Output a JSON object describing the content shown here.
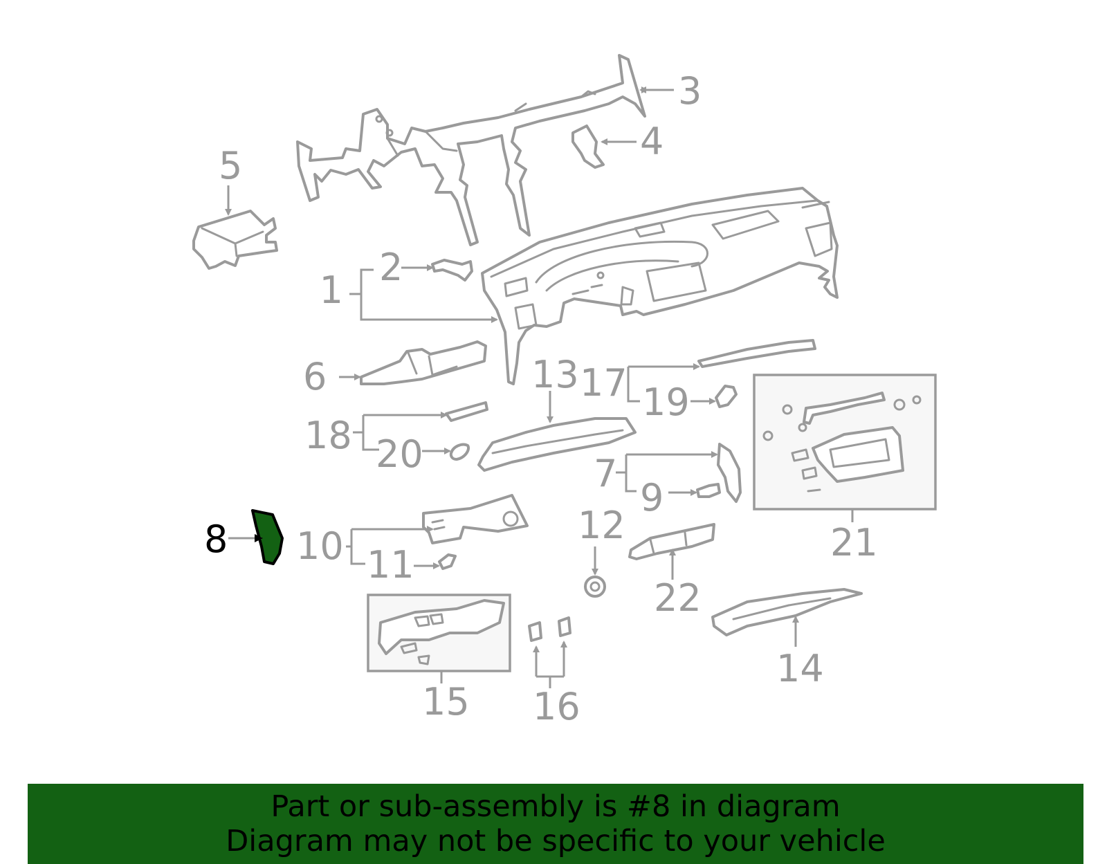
{
  "diagram": {
    "highlighted_part": "8",
    "callouts": [
      {
        "id": "c1",
        "label": "1"
      },
      {
        "id": "c2",
        "label": "2"
      },
      {
        "id": "c3",
        "label": "3"
      },
      {
        "id": "c4",
        "label": "4"
      },
      {
        "id": "c5",
        "label": "5"
      },
      {
        "id": "c6",
        "label": "6"
      },
      {
        "id": "c7",
        "label": "7"
      },
      {
        "id": "c8",
        "label": "8"
      },
      {
        "id": "c9",
        "label": "9"
      },
      {
        "id": "c10",
        "label": "10"
      },
      {
        "id": "c11",
        "label": "11"
      },
      {
        "id": "c12",
        "label": "12"
      },
      {
        "id": "c13",
        "label": "13"
      },
      {
        "id": "c14",
        "label": "14"
      },
      {
        "id": "c15",
        "label": "15"
      },
      {
        "id": "c16",
        "label": "16"
      },
      {
        "id": "c17",
        "label": "17"
      },
      {
        "id": "c18",
        "label": "18"
      },
      {
        "id": "c19",
        "label": "19"
      },
      {
        "id": "c20",
        "label": "20"
      },
      {
        "id": "c21",
        "label": "21"
      },
      {
        "id": "c22",
        "label": "22"
      }
    ],
    "colors": {
      "line": "#9a9a9a",
      "highlight_fill": "#136113",
      "highlight_text": "#000000",
      "banner_bg": "#136113"
    }
  },
  "banner": {
    "line1": "Part or sub-assembly is #8 in diagram",
    "line2": "Diagram may not be specific to your vehicle"
  }
}
